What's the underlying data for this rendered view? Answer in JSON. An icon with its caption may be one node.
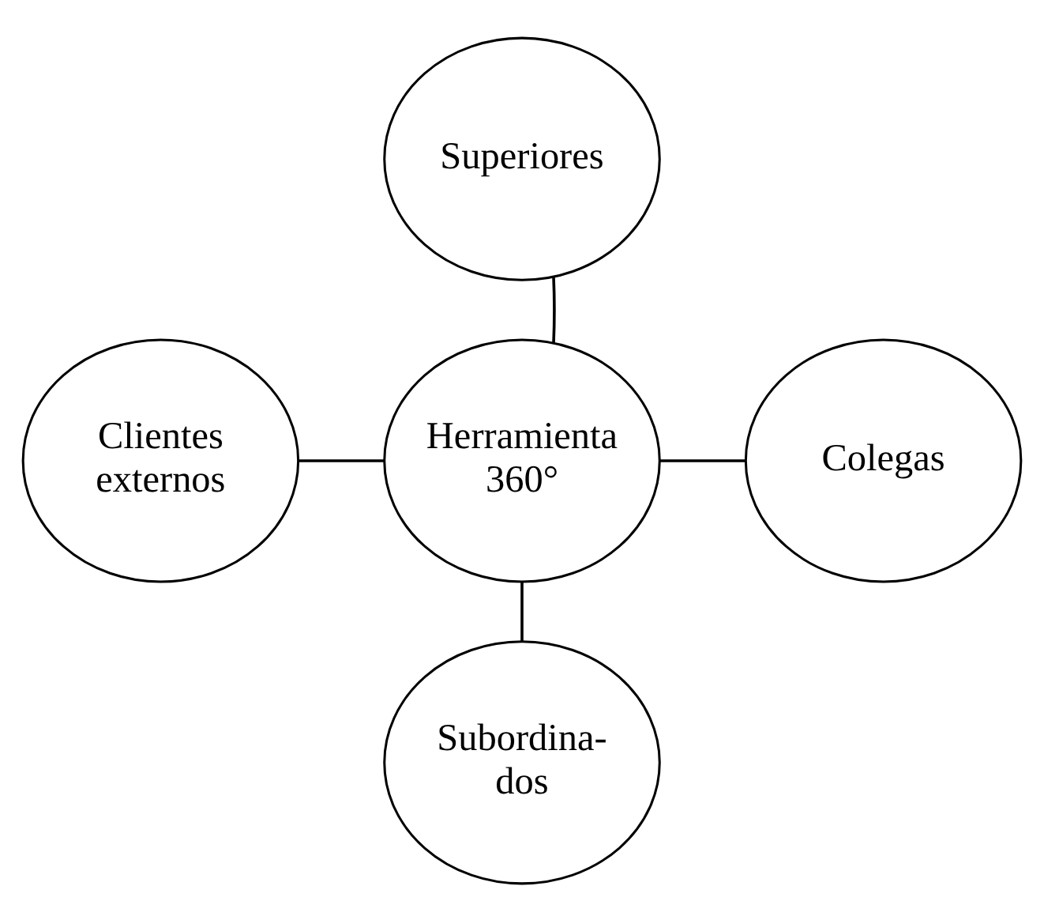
{
  "diagram": {
    "nodes": [
      {
        "text": [
          "Superiores"
        ]
      },
      {
        "text": [
          "Clientes externos"
        ]
      },
      {
        "text": [
          "Herramienta 360°"
        ]
      },
      {
        "text": [
          "Colegas"
        ]
      },
      {
        "text": [
          "Subordina- dos"
        ]
      }
    ],
    "edges": [
      {
        "from": 2,
        "to": 0,
        "arrow": "none"
      },
      {
        "from": 1,
        "to": 2,
        "arrow": "none"
      },
      {
        "from": 2,
        "to": 3,
        "arrow": "none"
      },
      {
        "from": 2,
        "to": 4,
        "arrow": "none"
      }
    ]
  }
}
